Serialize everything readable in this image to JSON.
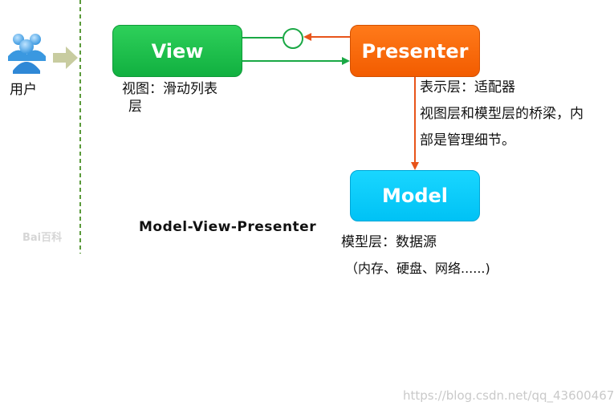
{
  "user": {
    "label": "用户"
  },
  "boxes": {
    "view": "View",
    "presenter": "Presenter",
    "model": "Model"
  },
  "labels": {
    "view_line1": "视图：滑动列表",
    "view_line2": "层",
    "presenter_line1": "表示层：适配器",
    "presenter_line2": "视图层和模型层的桥梁，内",
    "presenter_line3": "部是管理细节。",
    "model_line1": "模型层：数据源",
    "model_line2": "（内存、硬盘、网络......)"
  },
  "caption": "Model-View-Presenter",
  "watermark": "https://blog.csdn.net/qq_43600467",
  "baidu_mark": "Bai百科",
  "colors": {
    "view": "#16b847",
    "presenter": "#f56200",
    "model": "#00c6f7",
    "green_arrow": "#1aa845",
    "orange_arrow": "#e8541a",
    "dashed_line": "#5a9a3a",
    "user_arrow": "#c8cca0"
  },
  "icons": {
    "user": "users-icon"
  }
}
